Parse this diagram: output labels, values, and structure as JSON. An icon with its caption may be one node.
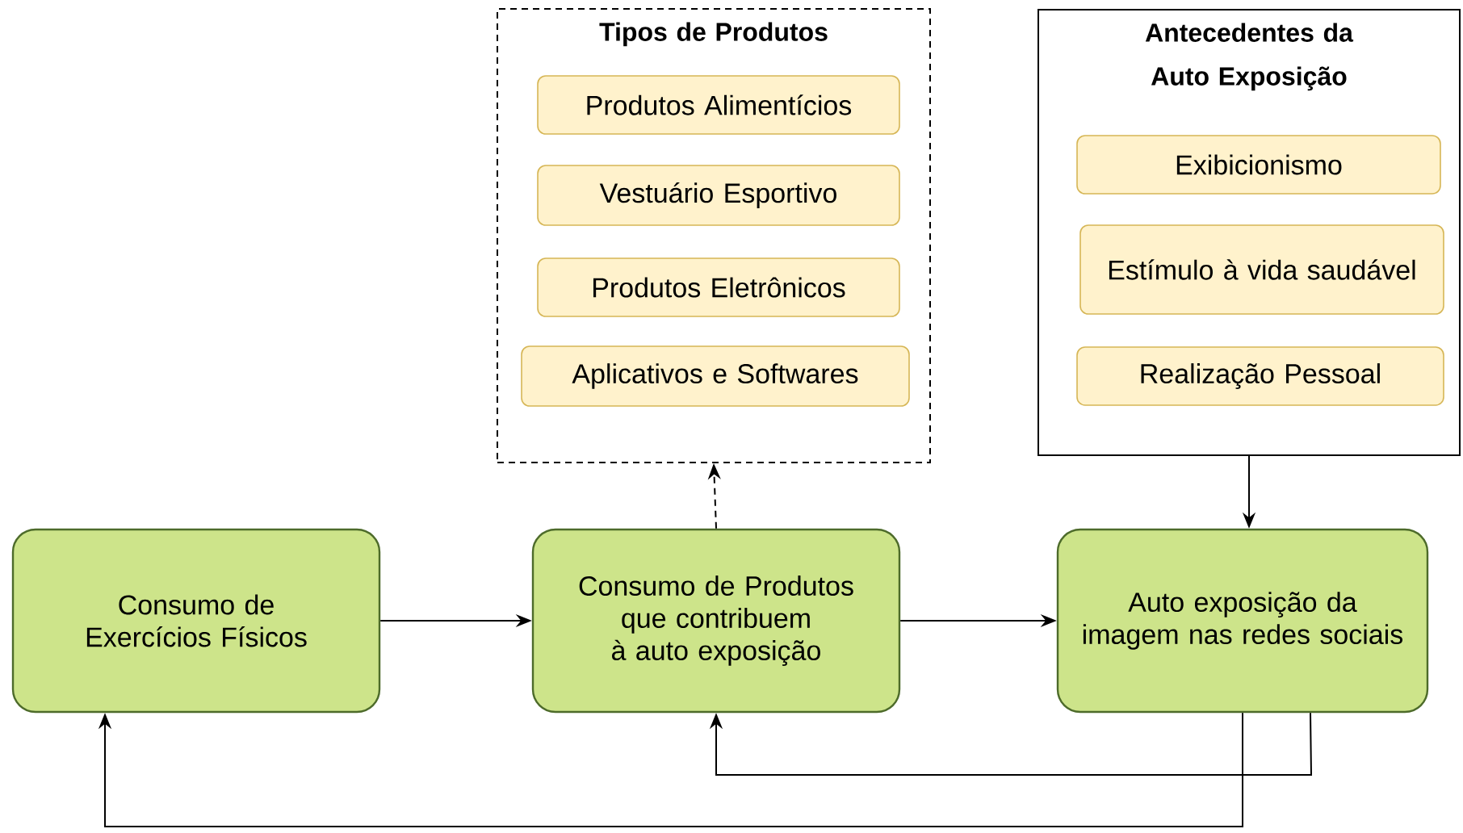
{
  "diagram": {
    "nodes": [
      {
        "text": [
          "Tipos de Produtos"
        ]
      },
      {
        "text": [
          "Produtos Alimentícios"
        ],
        "in": 0
      },
      {
        "text": [
          "Vestuário Esportivo"
        ],
        "in": 0
      },
      {
        "text": [
          "Produtos Eletrônicos"
        ],
        "in": 0
      },
      {
        "text": [
          "Aplicativos e Softwares"
        ],
        "in": 0
      },
      {
        "text": [
          "Antecedentes da Auto Exposição"
        ]
      },
      {
        "text": [
          "Exibicionismo"
        ],
        "in": 5
      },
      {
        "text": [
          "Estímulo à vida saudável"
        ],
        "in": 5
      },
      {
        "text": [
          "Realização Pessoal"
        ],
        "in": 5
      },
      {
        "text": [
          "Consumo de Exercícios Físicos"
        ]
      },
      {
        "text": [
          "Consumo de Produtos que contribuem à auto exposição"
        ]
      },
      {
        "text": [
          "Auto exposição da imagem nas redes sociais"
        ]
      }
    ],
    "edges": [
      {
        "from": 9,
        "to": 10,
        "arrow": "to"
      },
      {
        "from": 10,
        "to": 11,
        "arrow": "to"
      },
      {
        "from": 10,
        "to": 0,
        "arrow": "to",
        "style": "dashed"
      },
      {
        "from": 5,
        "to": 11,
        "arrow": "to"
      },
      {
        "from": 11,
        "to": 10,
        "arrow": "to"
      },
      {
        "from": 11,
        "to": 9,
        "arrow": "to"
      }
    ]
  }
}
